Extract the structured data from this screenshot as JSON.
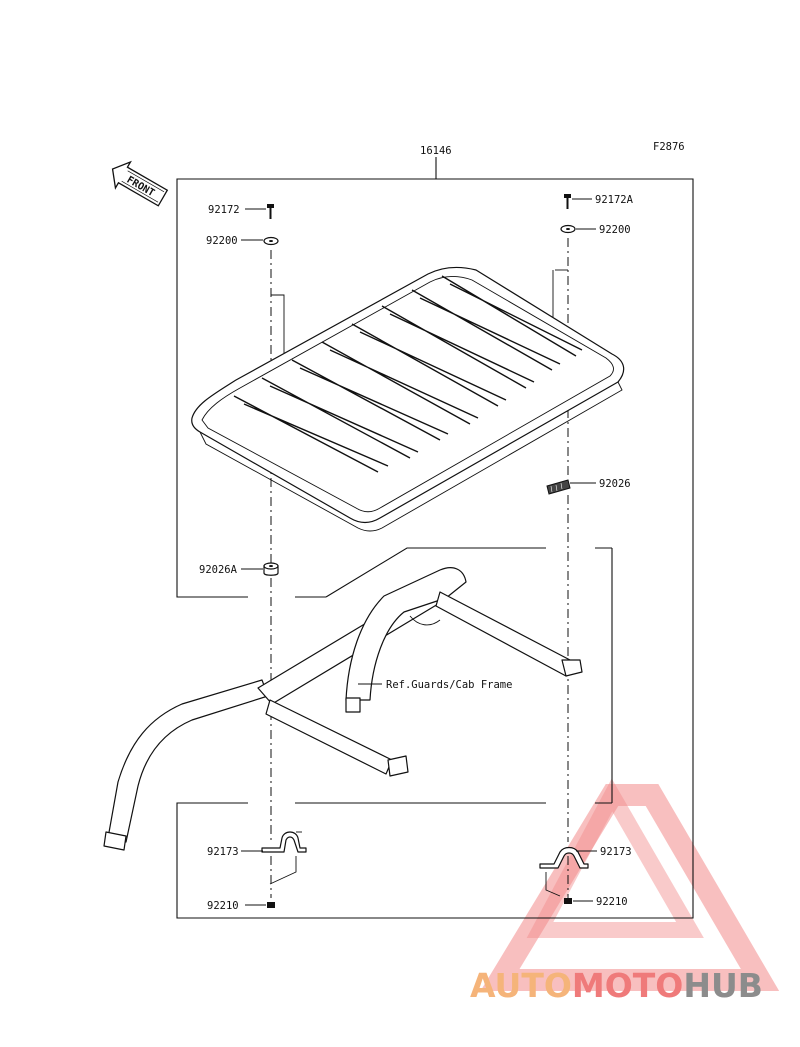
{
  "diagram": {
    "figure_code": "F2876",
    "front_label": "FRONT",
    "assembly_part": "16146",
    "ref_note": "Ref.Guards/Cab Frame",
    "callouts": {
      "bolt_left": "92172",
      "washer_left": "92200",
      "bolt_right": "92172A",
      "washer_right": "92200",
      "spacer_right": "92026",
      "spacer_left": "92026A",
      "clamp_left": "92173",
      "nut_left": "92210",
      "clamp_right": "92173",
      "nut_right": "92210"
    }
  },
  "watermark": {
    "part1": "AUTO",
    "part2": "MOTO",
    "part3": "HUB",
    "color_orange": "#f5b47a",
    "color_red": "#ef6f6f",
    "color_gray": "#8c8c8c"
  }
}
